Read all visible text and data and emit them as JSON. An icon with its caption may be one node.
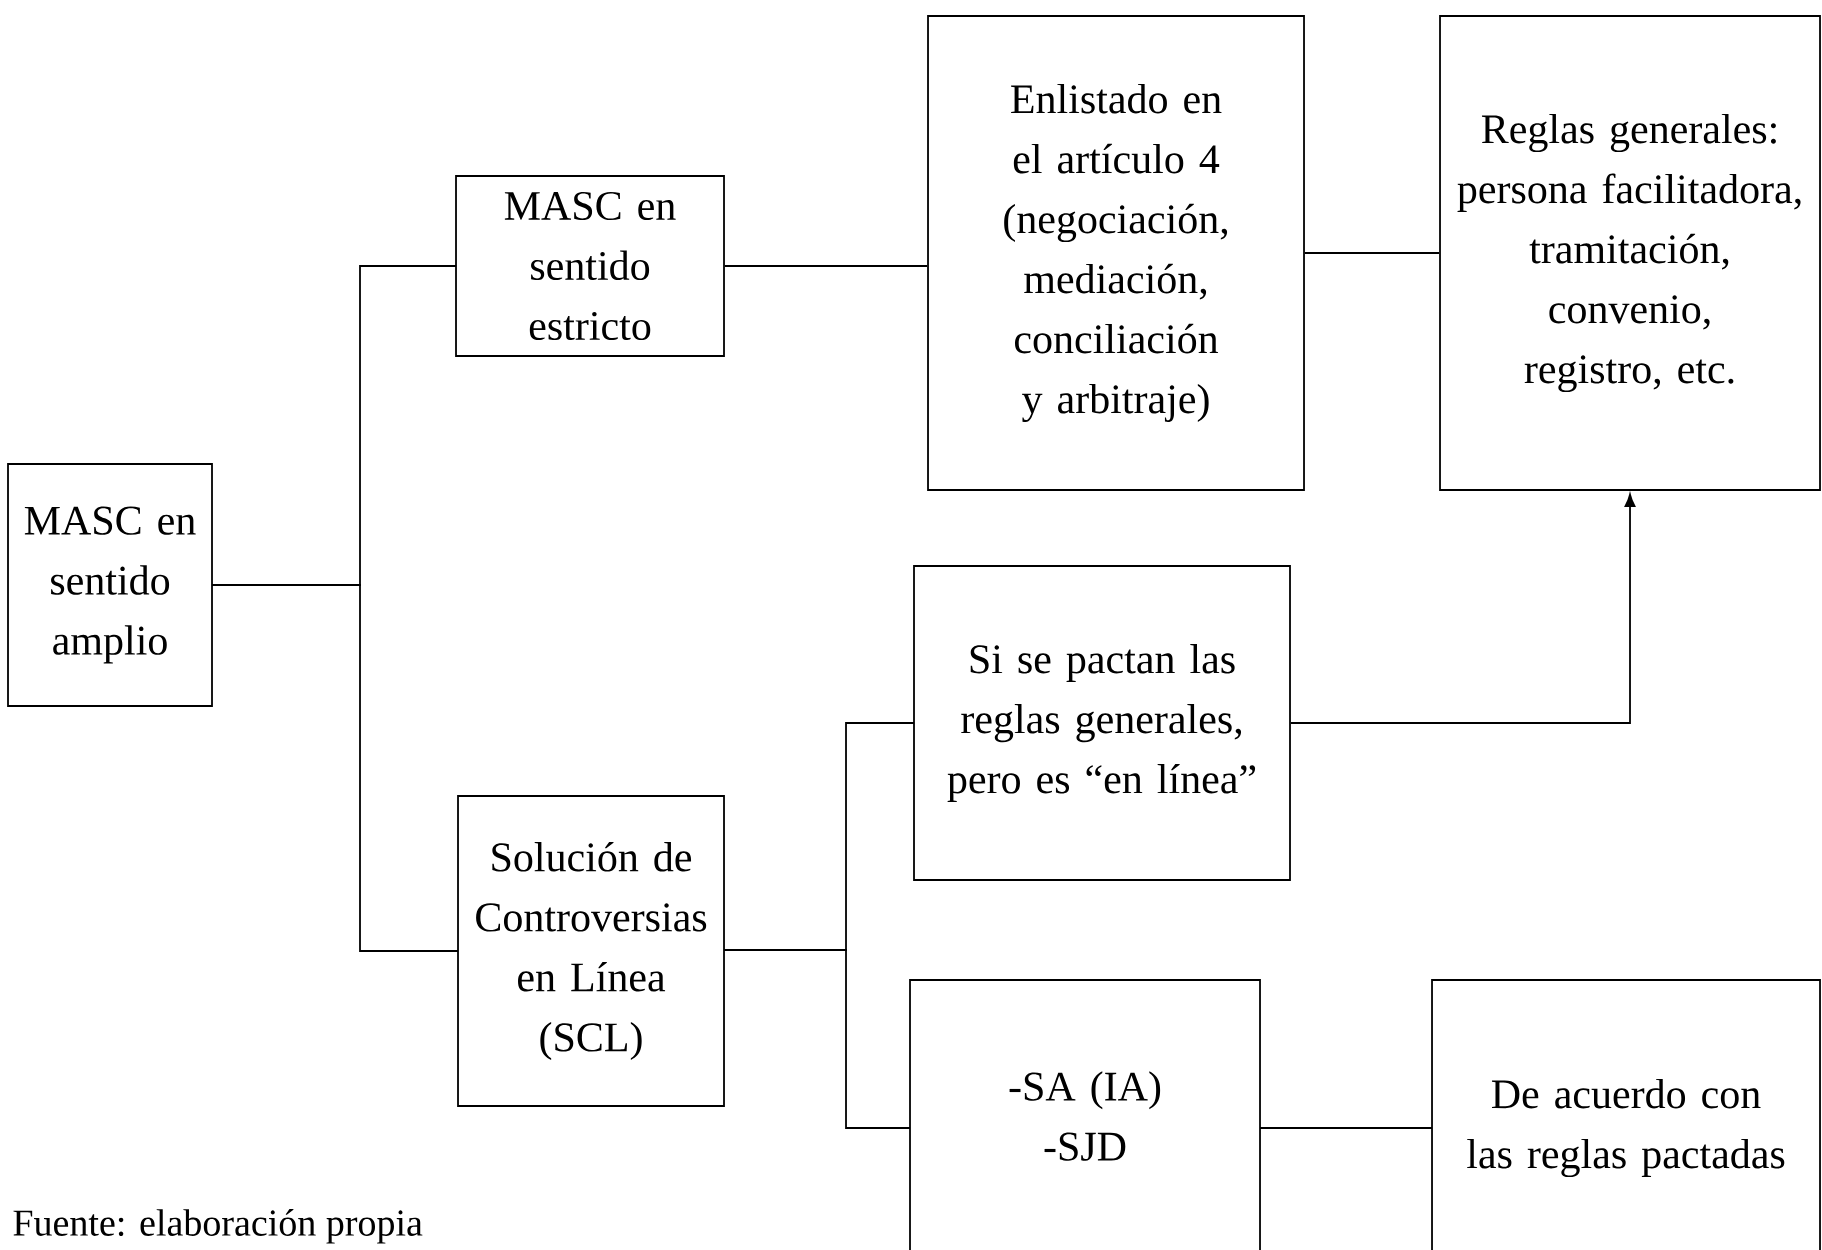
{
  "diagram": {
    "caption": "Fuente: elaboración propia",
    "nodes": [
      {
        "text": [
          "MASC en sentido amplio"
        ]
      },
      {
        "text": [
          "MASC en sentido estricto"
        ]
      },
      {
        "text": [
          "Enlistado en el artículo 4 (negociación, mediación, conciliación y arbitraje)"
        ]
      },
      {
        "text": [
          "Reglas generales: persona facilitadora, tramitación, convenio, registro, etc."
        ]
      },
      {
        "text": [
          "Solución de Controversias en Línea (SCL)"
        ]
      },
      {
        "text": [
          "Si se pactan las reglas generales, pero es “en línea”"
        ]
      },
      {
        "text": [
          "-SA (IA) -SJD"
        ]
      },
      {
        "text": [
          "De acuerdo con las reglas pactadas"
        ]
      }
    ],
    "edges": [
      {
        "from": 0,
        "to": 1,
        "arrow": "none"
      },
      {
        "from": 0,
        "to": 4,
        "arrow": "none"
      },
      {
        "from": 1,
        "to": 2,
        "arrow": "none"
      },
      {
        "from": 2,
        "to": 3,
        "arrow": "none"
      },
      {
        "from": 4,
        "to": 5,
        "arrow": "none"
      },
      {
        "from": 4,
        "to": 6,
        "arrow": "none"
      },
      {
        "from": 5,
        "to": 3,
        "arrow": "to"
      },
      {
        "from": 6,
        "to": 7,
        "arrow": "none"
      }
    ]
  }
}
